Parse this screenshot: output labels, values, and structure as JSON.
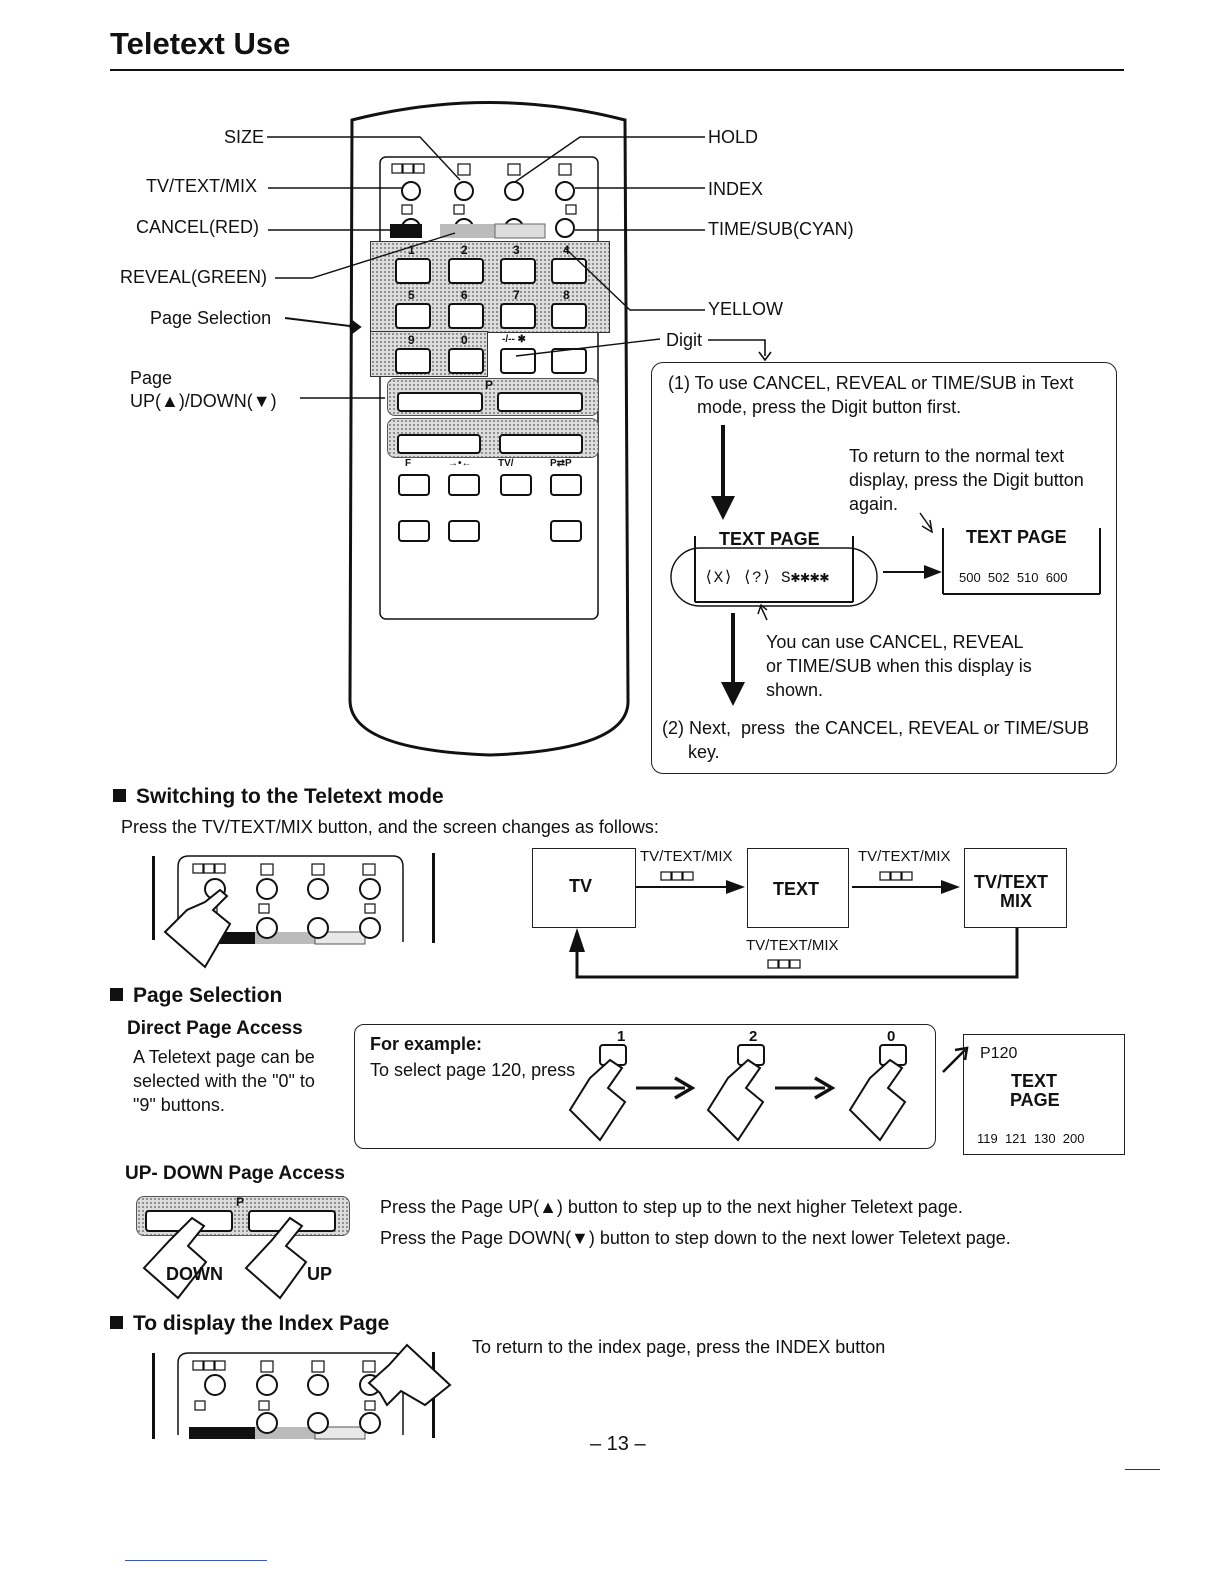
{
  "page_title": "Teletext Use",
  "remote_labels": {
    "size": "SIZE",
    "tv_text_mix": "TV/TEXT/MIX",
    "cancel": "CANCEL(RED)",
    "reveal": "REVEAL(GREEN)",
    "page_selection": "Page Selection",
    "page_updown_1": "Page",
    "page_updown_2": "UP(▲)/DOWN(▼)",
    "hold": "HOLD",
    "index": "INDEX",
    "time_sub": "TIME/SUB(CYAN)",
    "yellow": "YELLOW",
    "digit": "Digit"
  },
  "remote_keys": [
    "1",
    "2",
    "3",
    "4",
    "5",
    "6",
    "7",
    "8",
    "9",
    "0"
  ],
  "remote_small_labels": {
    "p": "P",
    "digit_key": "-/-- ✱",
    "tv": "TV/",
    "pp": "P⇄P",
    "f": "F",
    "swap": "→•←"
  },
  "digit_box": {
    "step1_line1": "(1) To use CANCEL, REVEAL or TIME/SUB in Text",
    "step1_line2": "mode, press the Digit button first.",
    "return_1": "To return to the normal text",
    "return_2": "display, press the Digit button",
    "return_3": "again.",
    "text_page_left": "TEXT PAGE",
    "status_line": "⟨X⟩ ⟨?⟩ S✱✱✱✱",
    "text_page_right": "TEXT PAGE",
    "pages_line": "500  502  510  600",
    "note_1": "You can use CANCEL, REVEAL",
    "note_2": "or TIME/SUB when this display is",
    "note_3": "shown.",
    "step2_line1": "(2) Next,  press  the CANCEL, REVEAL or TIME/SUB",
    "step2_line2": "key."
  },
  "switching": {
    "heading": "Switching to the Teletext mode",
    "desc": "Press the TV/TEXT/MIX button, and the screen changes as follows:",
    "box_tv": "TV",
    "box_text": "TEXT",
    "box_mix_1": "TV/TEXT",
    "box_mix_2": "MIX",
    "arrow_label": "TV/TEXT/MIX"
  },
  "page_selection": {
    "heading": "Page Selection",
    "direct_heading": "Direct Page Access",
    "direct_1": "A Teletext page can be",
    "direct_2": "selected with the \"0\" to",
    "direct_3": "\"9\" buttons.",
    "example_title": "For example:",
    "example_text": "To select page 120, press",
    "key1": "1",
    "key2": "2",
    "key3": "0",
    "screen_page": "P120",
    "screen_text_1": "TEXT",
    "screen_text_2": "PAGE",
    "screen_pages": "119  121  130  200"
  },
  "updown": {
    "heading": "UP- DOWN Page Access",
    "line1": "Press the Page UP(▲) button to step up to the next higher Teletext page.",
    "line2": "Press the Page DOWN(▼) button to step down to the next lower Teletext page.",
    "down": "DOWN",
    "up": "UP",
    "p": "P"
  },
  "index": {
    "heading": "To display the Index Page",
    "text": "To return to the index page, press the INDEX button"
  },
  "page_number": "– 13 –"
}
